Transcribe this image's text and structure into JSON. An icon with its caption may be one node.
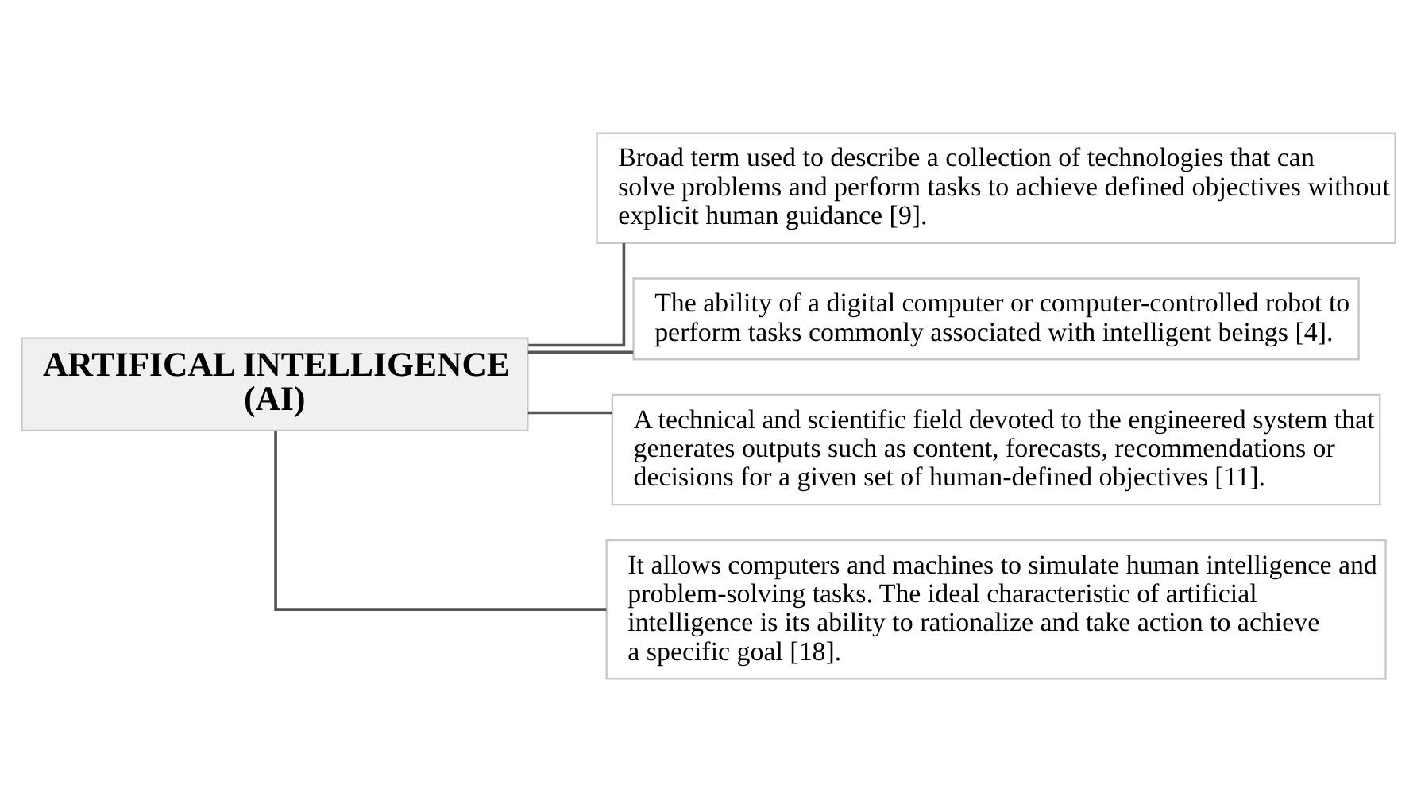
{
  "diagram": {
    "nodes": [
      {
        "text": [
          "ARTIFICAL INTELLIGENCE (AI)"
        ]
      },
      {
        "text": [
          "Broad term used to describe a collection of technologies that can solve problems and perform tasks to achieve defined objectives without explicit human guidance [9]."
        ]
      },
      {
        "text": [
          "The ability of a digital computer or computer-controlled robot to perform tasks commonly associated with intelligent beings [4]."
        ]
      },
      {
        "text": [
          "A technical and scientific field devoted to the engineered system that generates outputs such as content, forecasts, recommendations or decisions for a given set of human-defined objectives [11]."
        ]
      },
      {
        "text": [
          "It allows computers and machines to simulate human intelligence and problem-solving tasks. The ideal characteristic of artificial intelligence is its ability to rationalize and take action to achieve a specific goal [18]."
        ]
      }
    ],
    "edges": [
      {
        "from": 0,
        "to": 1,
        "arrow": "none"
      },
      {
        "from": 0,
        "to": 2,
        "arrow": "none"
      },
      {
        "from": 0,
        "to": 3,
        "arrow": "none"
      },
      {
        "from": 0,
        "to": 4,
        "arrow": "none"
      }
    ]
  }
}
